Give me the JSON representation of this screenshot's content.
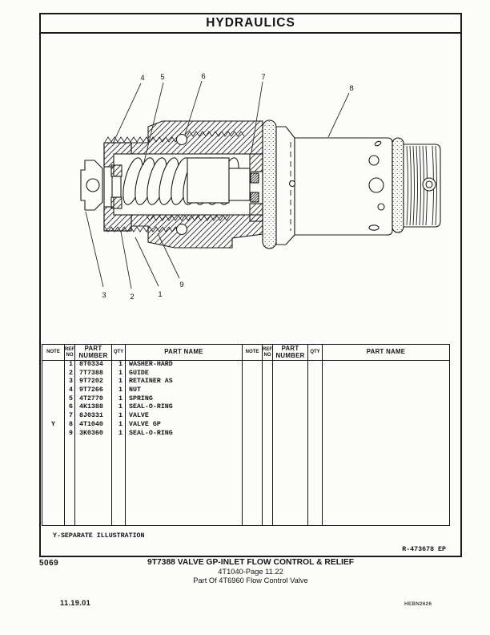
{
  "title": "HYDRAULICS",
  "diagram": {
    "callouts": [
      {
        "label": "4"
      },
      {
        "label": "5"
      },
      {
        "label": "6"
      },
      {
        "label": "7"
      },
      {
        "label": "8"
      },
      {
        "label": "3"
      },
      {
        "label": "2"
      },
      {
        "label": "1"
      },
      {
        "label": "9"
      }
    ]
  },
  "table": {
    "headers": {
      "note": "NOTE",
      "ref_no": "REF NO",
      "part_number": "PART NUMBER",
      "qty": "QTY",
      "part_name": "PART NAME"
    },
    "rows": [
      {
        "note": "",
        "ref": "1",
        "part": "8T0334",
        "qty": "1",
        "name": "WASHER-HARD"
      },
      {
        "note": "",
        "ref": "2",
        "part": "7T7388",
        "qty": "1",
        "name": "GUIDE"
      },
      {
        "note": "",
        "ref": "3",
        "part": "9T7202",
        "qty": "1",
        "name": "RETAINER AS"
      },
      {
        "note": "",
        "ref": "4",
        "part": "9T7266",
        "qty": "1",
        "name": "NUT"
      },
      {
        "note": "",
        "ref": "5",
        "part": "4T2770",
        "qty": "1",
        "name": "SPRING"
      },
      {
        "note": "",
        "ref": "6",
        "part": "4K1388",
        "qty": "1",
        "name": "SEAL-O-RING"
      },
      {
        "note": "",
        "ref": "7",
        "part": "8J0331",
        "qty": "1",
        "name": "VALVE"
      },
      {
        "note": "Y",
        "ref": "8",
        "part": "4T1040",
        "qty": "1",
        "name": "VALVE GP"
      },
      {
        "note": "",
        "ref": "9",
        "part": "3K0360",
        "qty": "1",
        "name": "SEAL-O-RING"
      }
    ]
  },
  "notes": {
    "separate_illustration": "Y-SEPARATE ILLUSTRATION",
    "ref_code": "R-473678 EP"
  },
  "footer": {
    "page_code": "5069",
    "title": "9T7388 VALVE GP-INLET FLOW CONTROL & RELIEF",
    "page_ref": "4T1040-Page 11.22",
    "part_of": "Part Of 4T6960 Flow Control Valve",
    "date": "11.19.01",
    "doc_code": "HEBN2626"
  }
}
